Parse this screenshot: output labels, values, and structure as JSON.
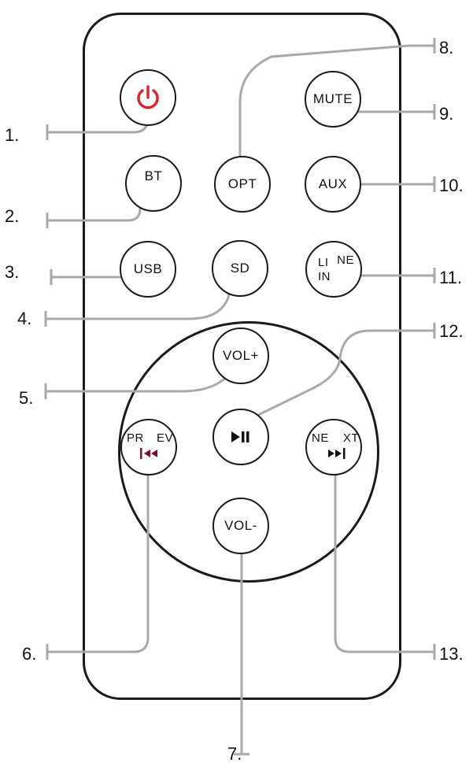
{
  "buttons": {
    "power": {
      "icon": "power-icon",
      "color": "#e0202a"
    },
    "mute": {
      "label": "MUTE"
    },
    "bt": {
      "label": "BT"
    },
    "opt": {
      "label": "OPT"
    },
    "aux": {
      "label": "AUX"
    },
    "usb": {
      "label": "USB"
    },
    "sd": {
      "label": "SD"
    },
    "line_in": {
      "label_a": "LI",
      "label_b": "NE",
      "label_c": "IN"
    },
    "vol_up": {
      "label": "VOL+"
    },
    "play_pause": {
      "icon": "play-pause-icon"
    },
    "prev": {
      "label_a": "PR",
      "label_b": "EV",
      "icon": "skip-previous-icon",
      "icon_color": "#7a1030"
    },
    "next": {
      "label_a": "NE",
      "label_b": "XT",
      "icon": "skip-next-icon"
    },
    "vol_down": {
      "label": "VOL-"
    }
  },
  "callouts": [
    "1.",
    "2.",
    "3.",
    "4.",
    "5.",
    "6.",
    "7.",
    "8.",
    "9.",
    "10.",
    "11.",
    "12.",
    "13."
  ],
  "colors": {
    "line": "#a9a9a9",
    "outline": "#1a1a1a"
  }
}
